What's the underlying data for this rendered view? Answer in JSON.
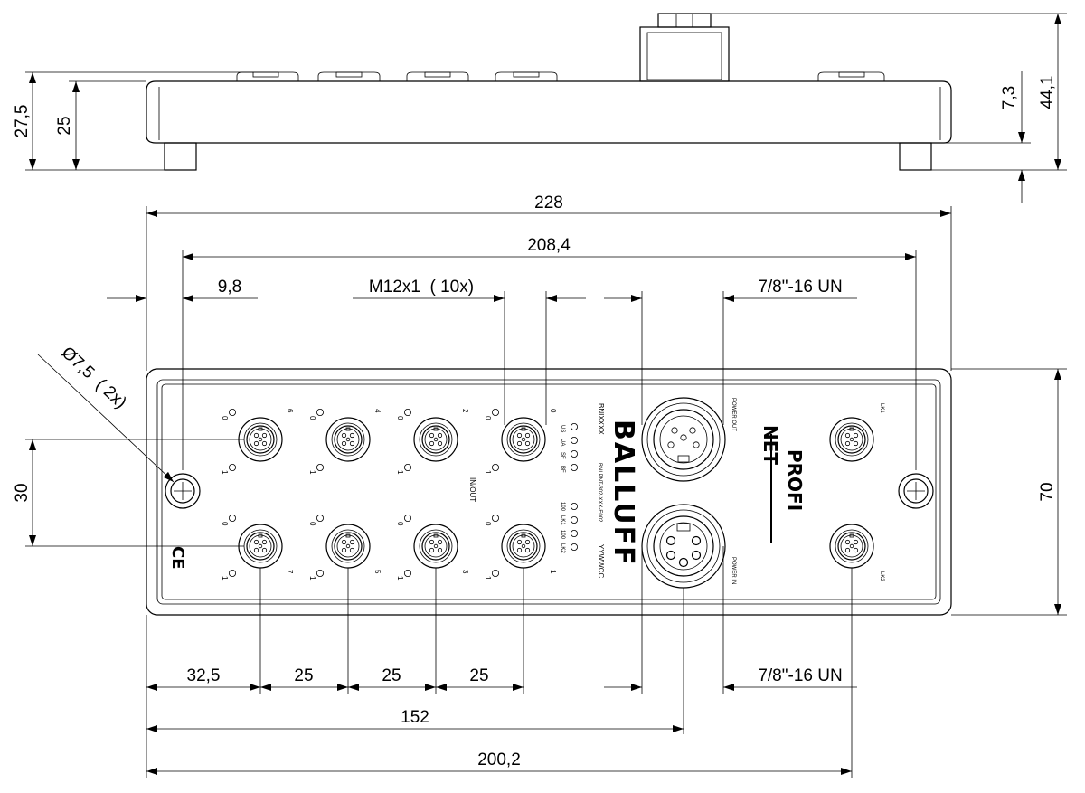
{
  "dimensions": {
    "height_27_5": "27,5",
    "height_25": "25",
    "height_7_3": "7,3",
    "height_44_1": "44,1",
    "width_228": "228",
    "width_208_4": "208,4",
    "offset_9_8": "9,8",
    "connector_m12": "M12x1  ( 10x)",
    "connector_78_top": "7/8\"-16 UN",
    "hole_dia": "Ø7,5  ( 2x)",
    "height_30": "30",
    "height_70": "70",
    "pitch_32_5": "32,5",
    "pitch_25_a": "25",
    "pitch_25_b": "25",
    "pitch_25_c": "25",
    "connector_78_bottom": "7/8\"-16 UN",
    "width_152": "152",
    "width_200_2": "200,2"
  },
  "module": {
    "brand": "BALLUFF",
    "model_code": "BNIXXXX",
    "part_number": "BNI PNT-302-XXX-E002",
    "date_code": "YYWWCC",
    "io_label": "IN/OUT",
    "ce_mark": "CE",
    "logo_line1": "PROFI",
    "logo_line2": "NET",
    "power_out_label": "POWER OUT",
    "power_in_label": "POWER IN",
    "lk1_label": "LK1",
    "lk2_label": "LK2",
    "status_leds": [
      "US",
      "UA",
      "SF",
      "BF",
      "100",
      "LK1",
      "100",
      "LK2"
    ],
    "port_numbers_top": [
      "6",
      "4",
      "2",
      "0"
    ],
    "port_numbers_bottom": [
      "7",
      "5",
      "3",
      "1"
    ],
    "pin_label_0": "0",
    "pin_label_1": "1"
  }
}
